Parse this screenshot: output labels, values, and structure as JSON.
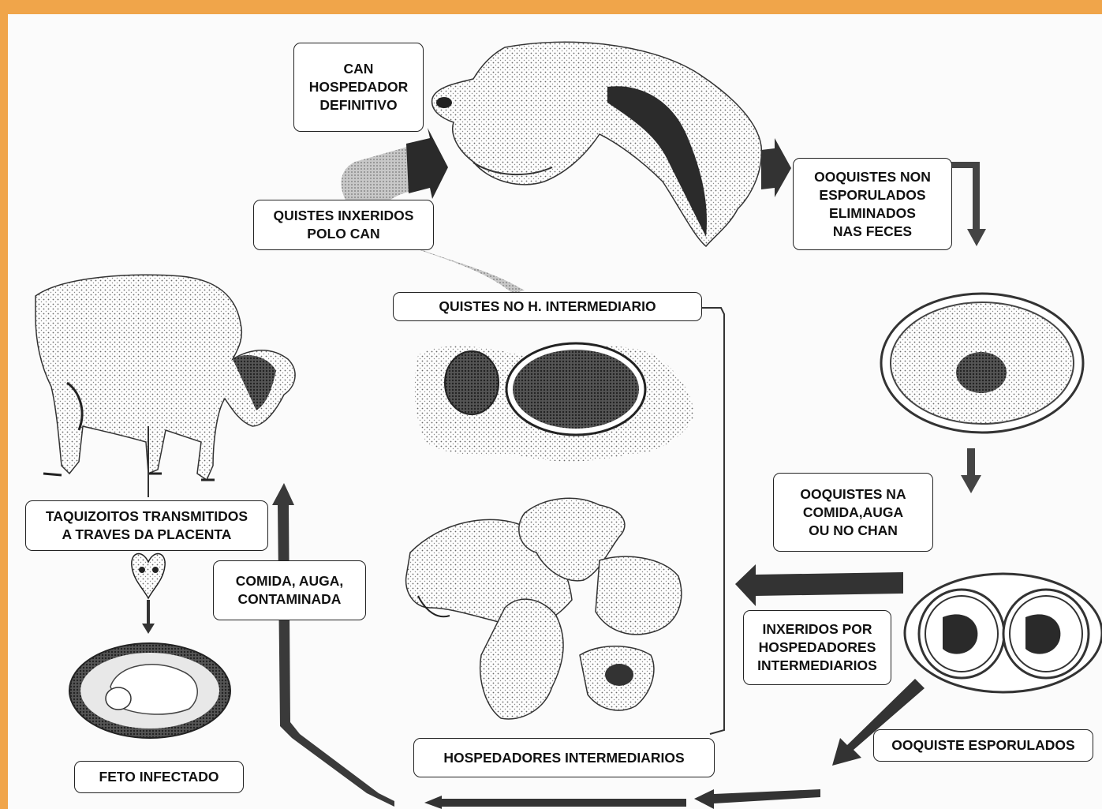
{
  "labels": {
    "can_host": "CAN\nHOSPEDADOR\nDEFINITIVO",
    "cysts_eaten": "QUISTES INXERIDOS\nPOLO CAN",
    "oocysts_feces": "OOQUISTES NON\nESPORULADOS\nELIMINADOS\nNAS FECES",
    "cysts_intermediate": "QUISTES NO H. INTERMEDIARIO",
    "tachyzoites": "TAQUIZOITOS TRANSMITIDOS\nA TRAVES DA PLACENTA",
    "food_contaminated": "COMIDA, AUGA,\nCONTAMINADA",
    "oocysts_food": "OOQUISTES  NA\nCOMIDA,AUGA\nOU NO CHAN",
    "ingested": "INXERIDOS POR\nHOSPEDADORES\nINTERMEDIARIOS",
    "oocyst_sporulated": "OOQUISTE ESPORULADOS",
    "intermediate_hosts": "HOSPEDADORES INTERMEDIARIOS",
    "fetus": "FETO INFECTADO"
  },
  "icons": [
    "dog-head",
    "cow",
    "tissue-cyst",
    "unsporulated-oocyst",
    "sporulated-oocyst",
    "intermediate-hosts-group",
    "tachyzoites",
    "infected-fetus"
  ],
  "colors": {
    "frame": "#f0a54a",
    "background": "#fbfbfb",
    "ink": "#222222",
    "arrow": "#3a3a3a"
  }
}
